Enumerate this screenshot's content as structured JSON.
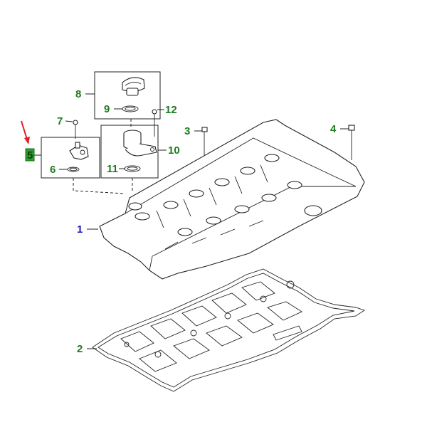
{
  "callouts": {
    "c1": "1",
    "c2": "2",
    "c3": "3",
    "c4": "4",
    "c5": "5",
    "c6": "6",
    "c7": "7",
    "c8": "8",
    "c9": "9",
    "c10": "10",
    "c11": "11",
    "c12": "12"
  },
  "colors": {
    "callout_default": "#1e7b1e",
    "callout_part_1": "#1a1ab8",
    "highlight_box": "#2e9e2e",
    "pointer_arrow": "#e02020",
    "line_art": "#222222"
  },
  "highlighted_callout": "5"
}
